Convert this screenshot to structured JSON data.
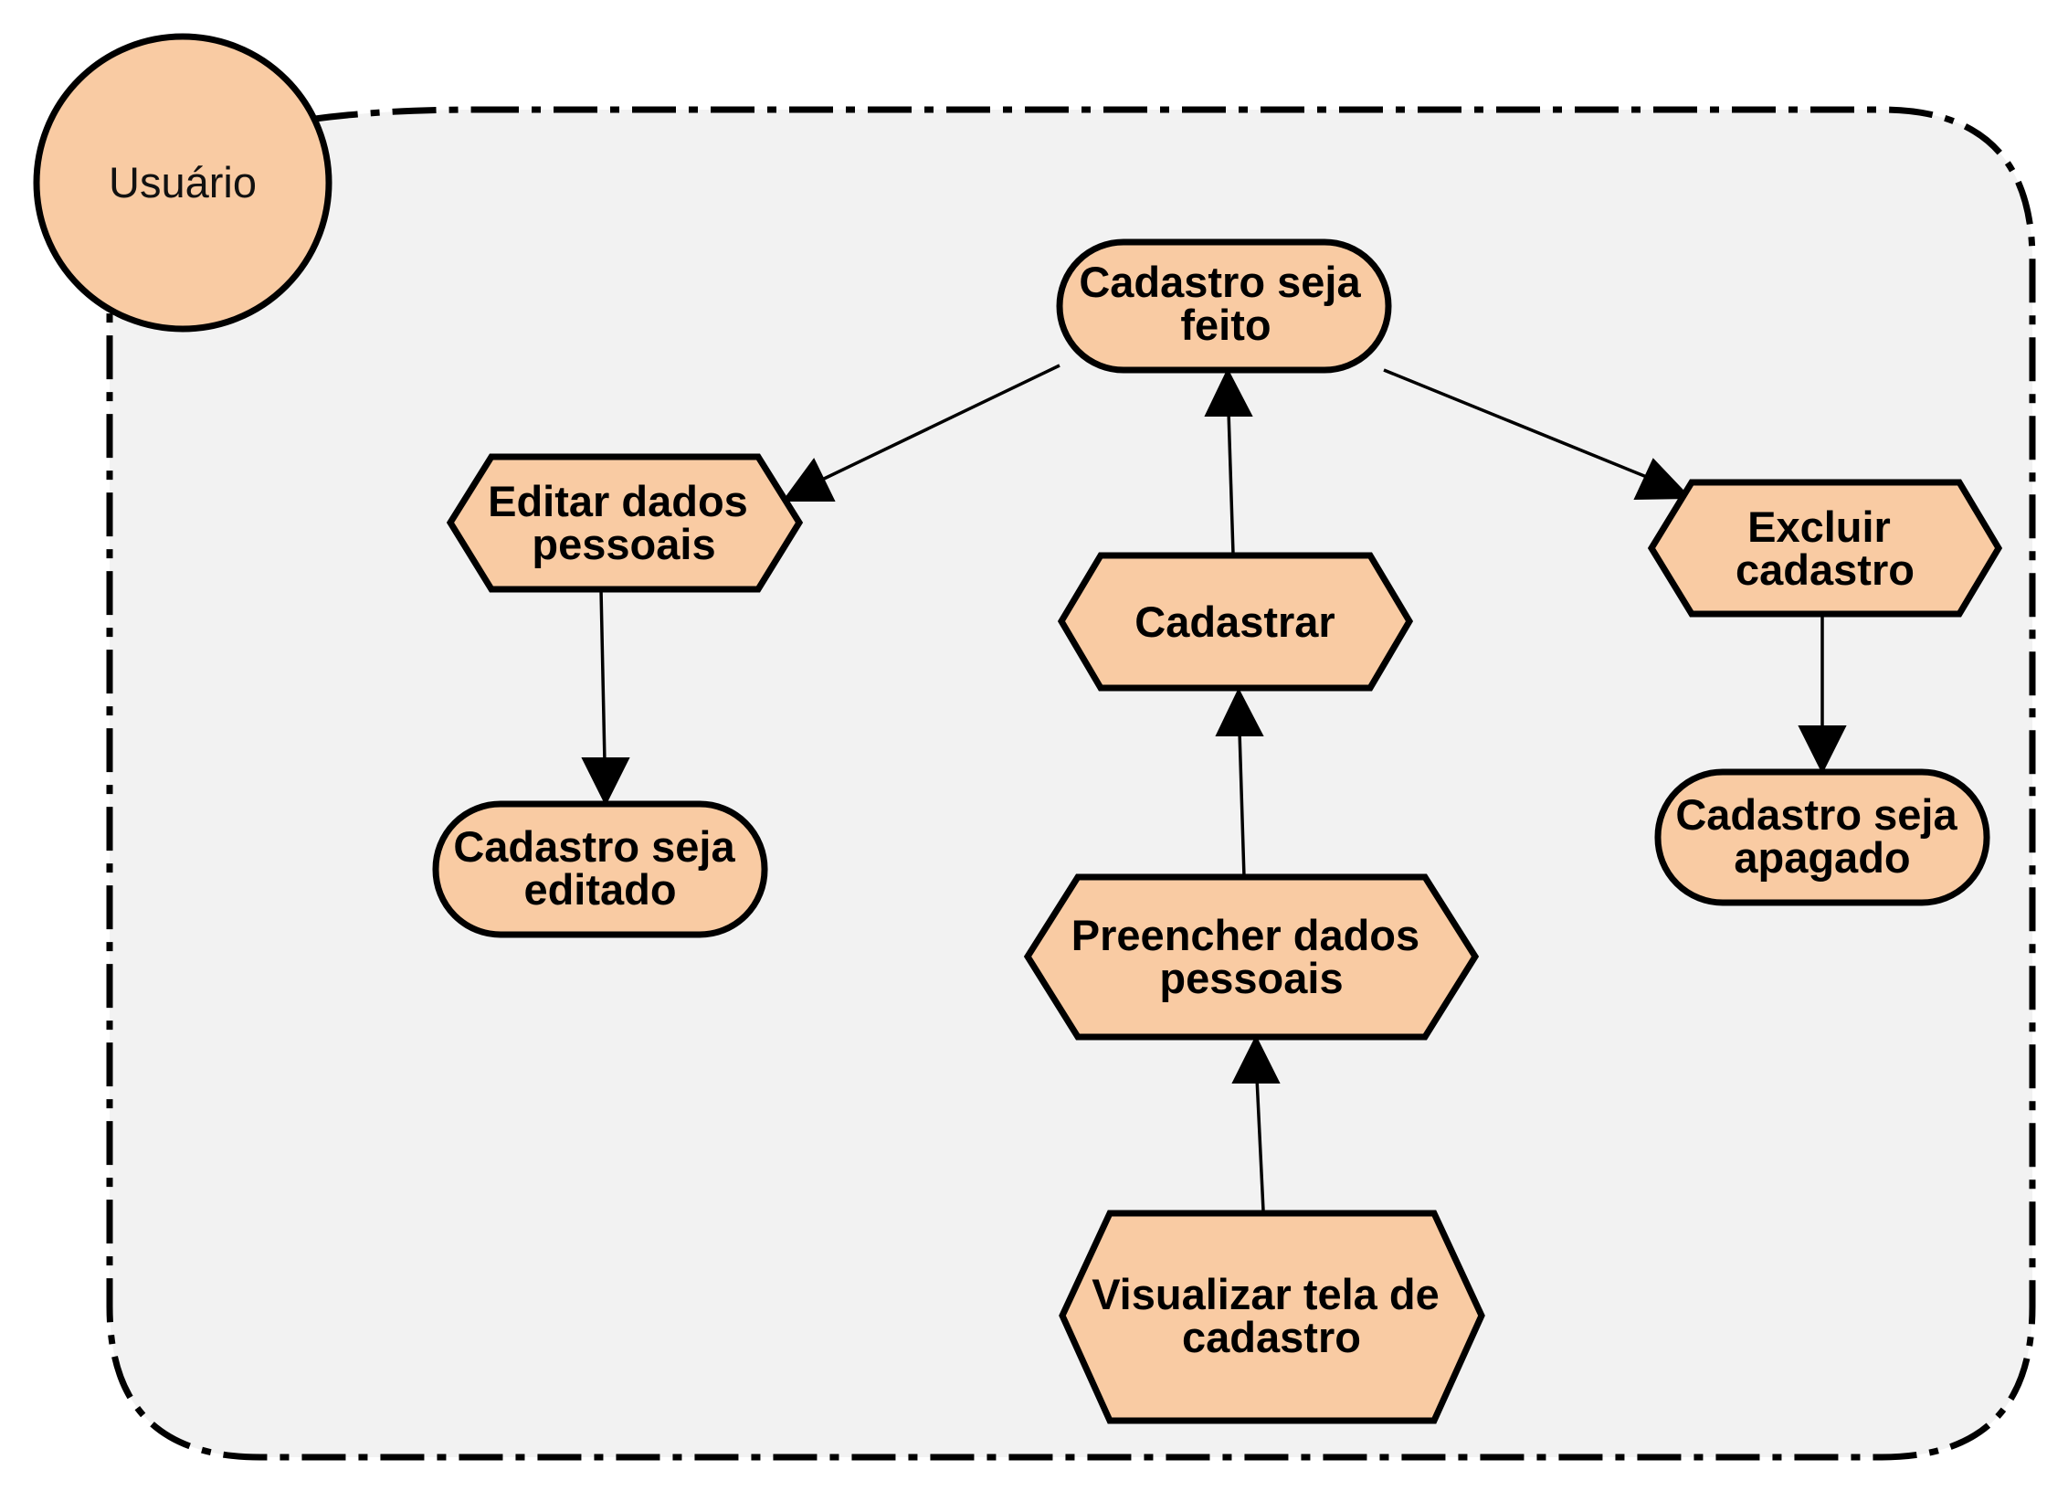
{
  "colors": {
    "node_fill": "#F9CBA3",
    "boundary_fill": "#F2F2F2",
    "stroke": "#000000",
    "background": "#FFFFFF"
  },
  "actor": {
    "label": "Usuário"
  },
  "nodes": {
    "cadastro_feito": {
      "lines": [
        "Cadastro seja",
        "feito"
      ]
    },
    "editar_dados": {
      "lines": [
        "Editar dados",
        "pessoais"
      ]
    },
    "cadastrar": {
      "lines": [
        "Cadastrar"
      ]
    },
    "excluir_cadastro": {
      "lines": [
        "Excluir",
        "cadastro"
      ]
    },
    "cadastro_editado": {
      "lines": [
        "Cadastro seja",
        "editado"
      ]
    },
    "preencher_dados": {
      "lines": [
        "Preencher dados",
        "pessoais"
      ]
    },
    "cadastro_apagado": {
      "lines": [
        "Cadastro seja",
        "apagado"
      ]
    },
    "visualizar_tela": {
      "lines": [
        "Visualizar tela de",
        "cadastro"
      ]
    }
  }
}
